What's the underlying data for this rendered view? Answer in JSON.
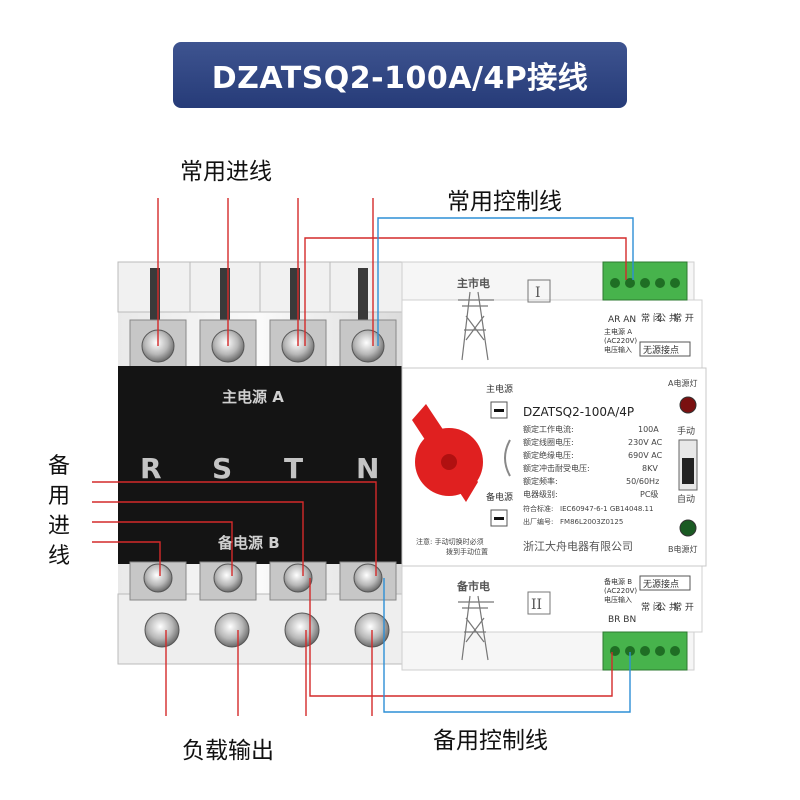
{
  "title": "DZATSQ2-100A/4P接线",
  "labels": {
    "main_input": "常用进线",
    "main_control": "常用控制线",
    "backup_input": [
      "备",
      "用",
      "进",
      "线"
    ],
    "load_output": "负载输出",
    "backup_control": "备用控制线"
  },
  "device": {
    "main_power_label": "主电源 A",
    "backup_power_label": "备电源 B",
    "phases": [
      "R",
      "S",
      "T",
      "N"
    ],
    "top_module": {
      "roman": "I",
      "grid_label": "主市电",
      "terminals_left": "AR AN",
      "voltage_lines": [
        "主电源 A",
        "(AC220V)",
        "电压输入"
      ],
      "contact_cols": [
        "常 闭",
        "公 共",
        "常 开"
      ],
      "contact_title": "无源接点"
    },
    "bottom_module": {
      "roman": "II",
      "grid_label": "备市电",
      "terminals_left": "BR BN",
      "voltage_lines": [
        "备电源 B",
        "(AC220V)",
        "电压输入"
      ],
      "contact_cols": [
        "常 闭",
        "公 共",
        "常 开"
      ],
      "contact_title": "无源接点"
    },
    "front_panel": {
      "main_switch_label": "主电源",
      "backup_switch_label": "备电源",
      "model": "DZATSQ2-100A/4P",
      "specs": [
        {
          "k": "额定工作电流:",
          "v": "100A"
        },
        {
          "k": "额定线圈电压:",
          "v": "230V AC"
        },
        {
          "k": "额定绝缘电压:",
          "v": "690V AC"
        },
        {
          "k": "额定冲击耐受电压:",
          "v": "8KV"
        },
        {
          "k": "额定频率:",
          "v": "50/60Hz"
        },
        {
          "k": "电器级别:",
          "v": "PC级"
        },
        {
          "k": "符合标准:",
          "v": "IEC60947-6-1 GB14048.11"
        },
        {
          "k": "出厂编号:",
          "v": "FM86L2003Z0125"
        }
      ],
      "manufacturer": "浙江大舟电器有限公司",
      "note": [
        "注意: 手动切换时必须",
        "拨到手动位置"
      ],
      "a_lamp": "A电源灯",
      "b_lamp": "B电源灯",
      "manual": "手动",
      "auto": "自动"
    }
  },
  "colors": {
    "banner": "#2e4484",
    "red_wire": "#d42a2a",
    "blue_wire": "#2d8fd6",
    "handle": "#e02020",
    "terminal_green": "#47b34c",
    "black_cover": "#141414"
  }
}
